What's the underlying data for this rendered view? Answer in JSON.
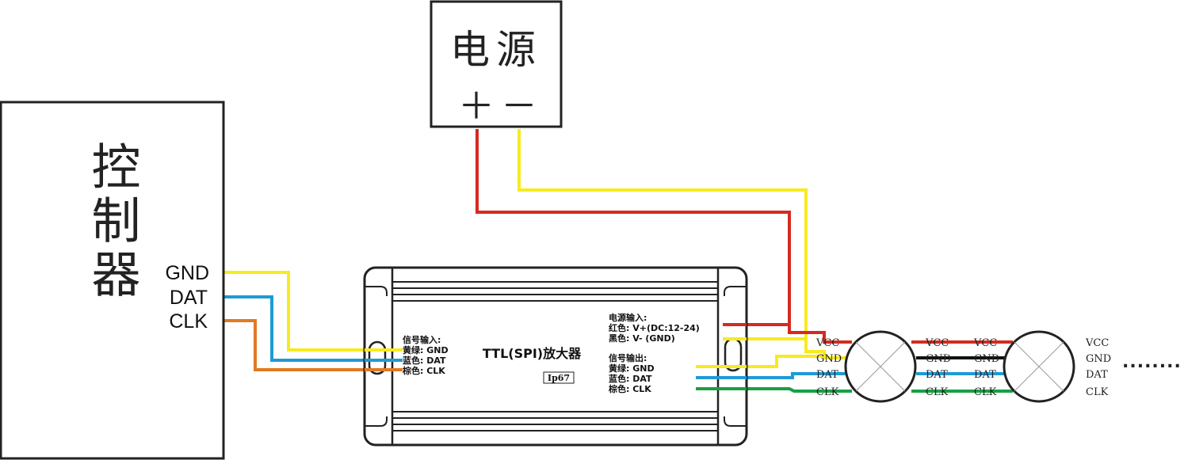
{
  "power_supply": {
    "title": "电源",
    "plus": "＋",
    "minus": "－"
  },
  "controller": {
    "title": "控制器",
    "pins": [
      "GND",
      "DAT",
      "CLK"
    ]
  },
  "amplifier": {
    "title": "TTL(SPI)放大器",
    "rating": "Ip67",
    "input_heading": "信号输入:",
    "input_lines": [
      "黄绿: GND",
      "蓝色: DAT",
      "棕色: CLK"
    ],
    "power_heading": "电源输入:",
    "power_lines": [
      "红色: V+(DC:12-24)",
      "黑色: V- (GND)"
    ],
    "output_heading": "信号输出:",
    "output_lines": [
      "黄绿: GND",
      "蓝色: DAT",
      "棕色: CLK"
    ]
  },
  "lamp1": {
    "left_pins": [
      "VCC",
      "GND",
      "DAT",
      "CLK"
    ],
    "right_pins": [
      "VCC",
      "GND",
      "DAT",
      "CLK"
    ]
  },
  "lamp2": {
    "left_pins": [
      "VCC",
      "GND",
      "DAT",
      "CLK"
    ],
    "right_pins": [
      "VCC",
      "GND",
      "DAT",
      "CLK"
    ]
  },
  "continuation": "........",
  "colors": {
    "red": "#d42a20",
    "yellow": "#f7ea1f",
    "blue": "#1e9ad6",
    "orange": "#e07a22",
    "green": "#17a045",
    "black": "#111111"
  }
}
